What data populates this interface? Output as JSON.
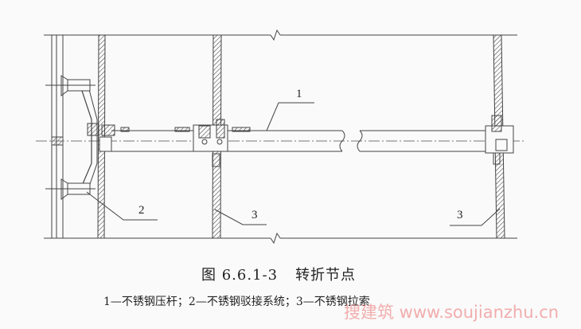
{
  "figure": {
    "number": "图 6.6.1-3",
    "title": "转折节点",
    "legend": "1—不锈钢压杆；2—不锈钢驳接系统；3—不锈钢拉索",
    "labels": [
      "1",
      "2",
      "3",
      "3"
    ]
  },
  "watermark": "搜建筑 www.soujianzhu.cn"
}
